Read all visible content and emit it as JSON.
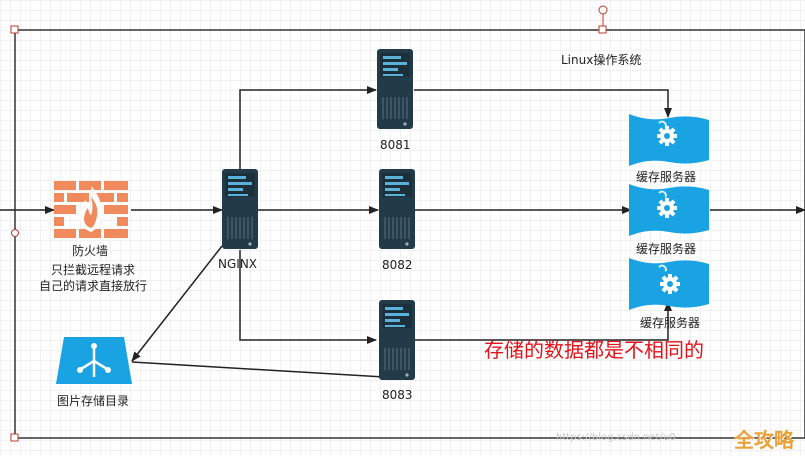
{
  "container": {
    "title": "Linux操作系统"
  },
  "nodes": {
    "firewall": {
      "name": "防火墙",
      "desc_line1": "只拦截远程请求",
      "desc_line2": "自己的请求直接放行"
    },
    "nginx": {
      "name": "NGINX"
    },
    "servers": [
      {
        "port": "8081"
      },
      {
        "port": "8082"
      },
      {
        "port": "8083"
      }
    ],
    "caches": [
      {
        "name": "缓存服务器"
      },
      {
        "name": "缓存服务器"
      },
      {
        "name": "缓存服务器"
      }
    ],
    "storage": {
      "name": "图片存储目录"
    }
  },
  "annotation": {
    "text": "存储的数据都是不相同的",
    "color": "#e3131b"
  },
  "watermark": {
    "text": "https://blog.csdn.net/u0"
  },
  "brand": {
    "text": "全攻略"
  },
  "colors": {
    "firewall": "#f08a5d",
    "server_dark": "#233a48",
    "server_accent": "#5bb1d8",
    "cache_blue": "#1aa3e3",
    "storage_blue": "#1aa3e3",
    "border": "#333333"
  }
}
